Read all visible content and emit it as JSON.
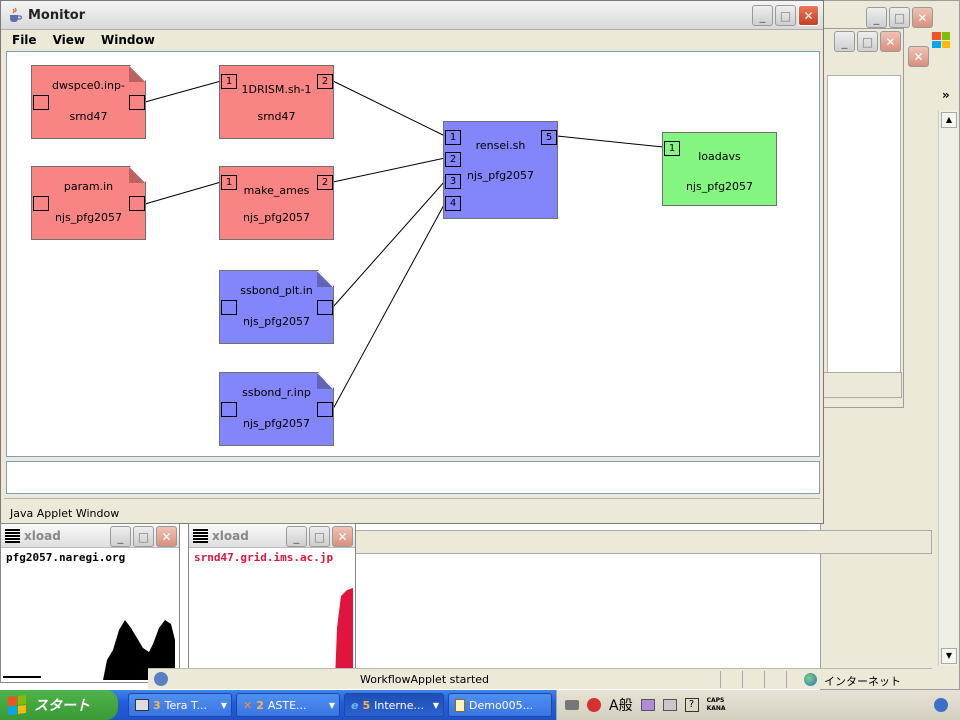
{
  "monitor": {
    "title": "Monitor",
    "menu": [
      "File",
      "View",
      "Window"
    ],
    "footer": "Java Applet Window"
  },
  "nodes": [
    {
      "id": "n1",
      "label": "dwspce0.inp-",
      "host": "srnd47"
    },
    {
      "id": "n2",
      "label": "param.in",
      "host": "njs_pfg2057"
    },
    {
      "id": "n3",
      "label": "1DRISM.sh-1",
      "host": "srnd47"
    },
    {
      "id": "n4",
      "label": "make_ames",
      "host": "njs_pfg2057"
    },
    {
      "id": "n5",
      "label": "ssbond_plt.in",
      "host": "njs_pfg2057"
    },
    {
      "id": "n6",
      "label": "ssbond_r.inp",
      "host": "njs_pfg2057"
    },
    {
      "id": "n7",
      "label": "rensei.sh",
      "host": "njs_pfg2057"
    },
    {
      "id": "n8",
      "label": "loadavs",
      "host": "njs_pfg2057"
    }
  ],
  "ports": {
    "p1": "1",
    "p2": "2",
    "p3": "3",
    "p4": "4",
    "p5": "5"
  },
  "xload_left": {
    "title": "xload",
    "host": "pfg2057.naregi.org"
  },
  "xload_right": {
    "title": "xload",
    "host": "srnd47.grid.ims.ac.jp"
  },
  "ie_status": {
    "message": "WorkflowApplet started",
    "zone": "インターネット"
  },
  "taskbar": {
    "start": "スタート",
    "tasks": [
      {
        "num": "3",
        "label": "Tera T..."
      },
      {
        "num": "2",
        "label": "ASTE..."
      },
      {
        "num": "5",
        "label": "Interne..."
      },
      {
        "num": "",
        "label": "Demo005..."
      }
    ],
    "ime": "A般",
    "caps": "CAPS",
    "kana": "KANA"
  },
  "colors": {
    "file_node_red": "#f98484",
    "task_node_blue": "#8385fb",
    "output_node_green": "#84f580",
    "xp_blue": "#245edb",
    "xload_right_host": "#e0143c"
  }
}
